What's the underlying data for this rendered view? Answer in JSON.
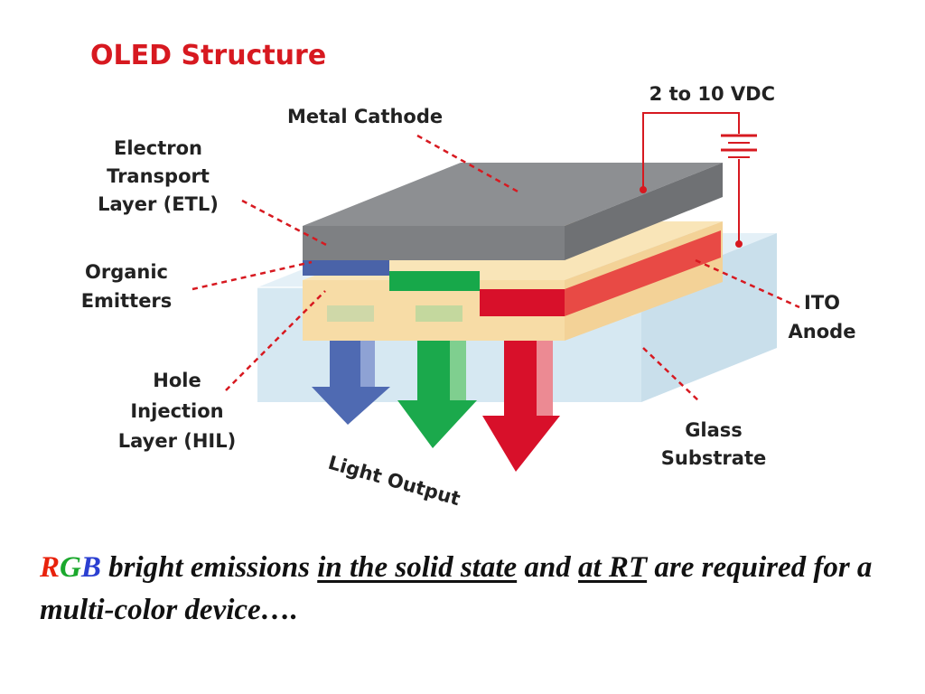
{
  "diagram": {
    "title": "OLED Structure",
    "labels": {
      "voltage": "2 to 10 VDC",
      "cathode": "Metal Cathode",
      "etl": [
        "Electron",
        "Transport",
        "Layer (ETL)"
      ],
      "emitters": [
        "Organic",
        "Emitters"
      ],
      "hil": [
        "Hole",
        "Injection",
        "Layer (HIL)"
      ],
      "ito": [
        "ITO",
        "Anode"
      ],
      "glass": [
        "Glass",
        "Substrate"
      ],
      "light_output": "Light Output"
    },
    "colors": {
      "title": "#d71920",
      "leader": "#d71920",
      "cathode": "#8d8f92",
      "organic_layer": "#f7dca6",
      "emitter_blue": "#4a63a8",
      "emitter_green": "#17a84a",
      "emitter_red": "#d8102a",
      "glass": "#d6e8f2"
    }
  },
  "caption": {
    "r": "R",
    "g": "G",
    "b": "B",
    "part1": " bright emissions ",
    "underline1": "in the solid state",
    "part2": " and ",
    "underline2": "at RT",
    "part3": " are required for a multi-color device…."
  }
}
